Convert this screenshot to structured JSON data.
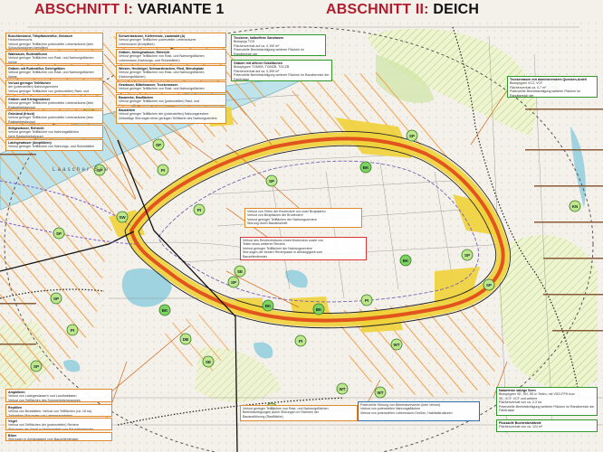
{
  "titles": {
    "section1": {
      "number": "ABSCHNITT I:",
      "name": "VARIANTE 1"
    },
    "section2": {
      "number": "ABSCHNITT II:",
      "name": "DEICH"
    }
  },
  "map_labels": {
    "lake": "Laascher See",
    "codes": [
      "SP",
      "SP",
      "SP",
      "SP",
      "SP",
      "SP",
      "SP",
      "SP",
      "SP",
      "SP",
      "SP",
      "PI",
      "PI",
      "PI",
      "BK",
      "BK",
      "BK",
      "BK",
      "BK",
      "KN",
      "KN",
      "WT",
      "WT",
      "WT",
      "SE",
      "SE",
      "DB",
      "SE",
      "SW",
      "PI",
      "PI"
    ]
  },
  "notes": {
    "top_left": [
      {
        "head": "Buschbestand, Trittpflanzenflur, Gebüsch",
        "lines": [
          "Heckenbewuchs",
          "Verlust geringer Teilflächen potenzieller Lebensräume (kein",
          "Schutzfunktionen betroffen)"
        ]
      },
      {
        "head": "Waldsaum, Ruderalfluren",
        "lines": [
          "Verlust geringer Teilflächen von Rast- und Nahrungsflächen (keine",
          "Bedeutung/schwer auszugleichen)"
        ]
      },
      {
        "head": "Gräben mit Ruderalflur, Deichgräben",
        "lines": [
          "Verlust geringer Teilflächen von Rast- und Nahrungsflächen (keine",
          "Bedeutung/schwer auszugleichen)"
        ]
      },
      {
        "head": "Verlust geringer Teilflächen",
        "lines": [
          "der (potenziellen) Nahrungsreviere",
          "Verlust geringer Teilflächen von (potenziellen) Rast- und",
          "Nahrungsflächen"
        ]
      },
      {
        "head": "Gräben und Kleingewässer",
        "lines": [
          "Verlust geringer Teilflächen potenzieller Lebensräume (kein",
          "Rastgebietsbezug)"
        ]
      },
      {
        "head": "Grünland (frisch)",
        "lines": [
          "Verlust geringer Teilflächen potenzieller Lebensräume (kein",
          "Rastgebietsbezug)"
        ]
      },
      {
        "head": "Stillgewässer, Röhricht",
        "lines": [
          "Verlust geringer Teilflächen von Nahrungsflächen",
          "(kein Rastgebietsbezug)"
        ]
      },
      {
        "head": "Laichgewässer (Amphibien)",
        "lines": [
          "Verlust geringer Teilflächen von Nahrungs- und Ruhestätten"
        ]
      }
    ],
    "top_mid": [
      {
        "head": "Schwerlastzone, Kiefernholz, Laubwald (A)",
        "lines": [
          "Verlust geringer Teilflächen potenzieller Lebensräume",
          "Lebensraum (Brutplätze)"
        ]
      },
      {
        "head": "Gräben, Kleingewässer, Röhricht",
        "lines": [
          "Verlust geringer Teilflächen von Rast- und Nahrungsflächen",
          "Lebensraum (Nahrungs- und Ruhestätten)"
        ]
      },
      {
        "head": "Wiesen, Hecktügel, Schwarzbrachen, Ried, Wendeplatz",
        "lines": [
          "Verlust geringer Teilflächen von Rast- und Nahrungsflächen",
          "(Nahrungsflächen)"
        ]
      },
      {
        "head": "Gewässer, Mittelwasser, Trockenrasen",
        "lines": [
          "Verlust geringer Teilflächen von Rast- und Nahrungsflächen"
        ]
      },
      {
        "head": "Bauwerke, Bauflächen",
        "lines": [
          "Verlust geringer Teilflächen von (potenziellen) Rast- und",
          "Nahrungsflächen"
        ]
      },
      {
        "head": "Baustellen",
        "lines": [
          "Verlust geringer Teilflächen der (potenziellen) Nahrungsreviere",
          "Zeitweilige Störungen einer geringen Teilfläche des Nahrungsreviers"
        ]
      }
    ],
    "top_green1": {
      "head": "Trockene, halboffene Sandrasen",
      "lines": [
        "Biotoptyp TGS",
        "Flächenverlust auf ca. 0,190 m²",
        "Potenzielle Beeinträchtigung weiterer Flächen im Randbereich der",
        "Fahrtrasse"
      ]
    },
    "top_green2": {
      "head": "Gräben mit offener Grasflächen",
      "lines": [
        "Biotoptypen TGMKB, TGMZB, TGCZB",
        "Flächenverlust auf ca. 0,399 m²",
        "Potenzielle Beeinträchtigung weiterer Flächen im Randbereich der",
        "Fahrtrasse"
      ]
    },
    "right_top": {
      "head": "Trockenrasen mit dominierendem Quecken-Anteil",
      "lines": [
        "Biotoptypen VCZ, VCF",
        "Flächenverlust ca. 0,7 m²",
        "Potenzielle Beeinträchtigung weiterer Flächen im Randbereich der",
        "Fahrtrasse"
      ]
    },
    "center": [
      {
        "head": "",
        "lines": [
          "Verlust von Teilen der Brutreviere von zwei Brutpaaren",
          "Verlust von Brutplätzen der Brutreviere",
          "Verlust geringer Teilflächen der Nahrungsreviere",
          "Störung durch Bauabschnitt"
        ]
      },
      {
        "head": "",
        "lines": [
          "Verlust des Revierzentrums eines Brutreviers sowie von",
          "Teilen eines weiteren Reviers",
          "Verlust geringer Teilflächen der Nahrungsreviere",
          "Störungen der beiden Revierpaare in Abhängigkeit vom",
          "Bauzeitenfenster"
        ]
      }
    ],
    "bottom_left": [
      {
        "head": "Amphibien",
        "lines": [
          "Verlust von Laichgewässern und Landhabitaten",
          "Verlust von Teilflächen des Sommerlebensraumes"
        ]
      },
      {
        "head": "Reptilien",
        "lines": [
          "Verlust von Brutstätten; Verlust von Teilflächen (ca. 18 ha)",
          "Zeitweilige Störungen von Lebensraumteilen"
        ]
      },
      {
        "head": "Vögel",
        "lines": [
          "Verlust von Teilflächen der (potenziellen) Reviere",
          "Störungen der Vögel in Abhängigkeit vom Bauzeitenfenster"
        ]
      },
      {
        "head": "Biber",
        "lines": [
          "Störungen in Abhängigkeit vom Bauzeitenfenster"
        ]
      }
    ],
    "bottom_mid": {
      "head": "",
      "lines": [
        "Verlust geringer Teilflächen von Rast- und Nahrungsflächen",
        "Beeinträchtigungen durch Störungen im Rahmen der",
        "Bauausführung (Rastfläche)"
      ]
    },
    "bottom_blue": {
      "head": "",
      "lines": [
        "Potenzielle Störung von Biberbaurevieren (kein Verlust)",
        "Verlust von potenziellen Nahrungsflächen",
        "Verlust von potenziellen Lebensraum-Großen, Habitatstrukturen"
      ]
    },
    "bottom_right1": {
      "head": "Naturferne salzige Seen",
      "lines": [
        "Biotoptypen SE, SN, SE in Teilen, mit VSG-FFH bzw",
        "SE, VCF, VCF und weitere",
        "Flächenverlust von ca. 0,3 ha",
        "Potenzielle Beeinträchtigung weiterer Flächen im Randbereich der",
        "Fahrtrasse"
      ]
    },
    "bottom_right2": {
      "head": "Flussaufe Buchenbestände",
      "lines": [
        "Flächenverlust von ca. 124 m²"
      ]
    }
  }
}
